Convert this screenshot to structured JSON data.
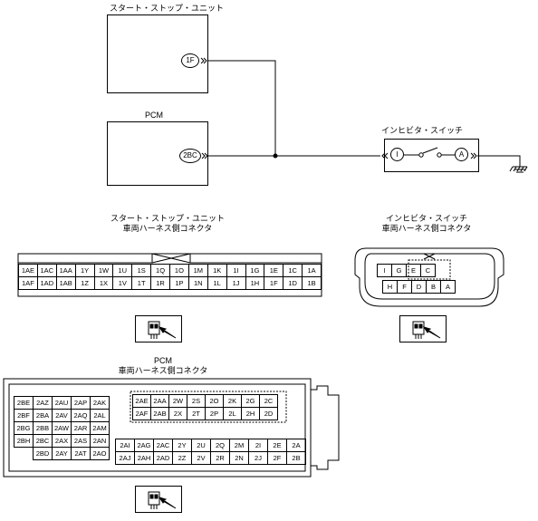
{
  "wiring": {
    "start_stop_unit": {
      "label": "スタート・ストップ・ユニット",
      "pin": "1F"
    },
    "pcm": {
      "label": "PCM",
      "pin": "2BC"
    },
    "inhibitor_switch": {
      "label": "インヒビタ・スイッチ",
      "pin_left": "I",
      "pin_right": "A"
    }
  },
  "connector_ssu": {
    "title_line1": "スタート・ストップ・ユニット",
    "title_line2": "車両ハーネス側コネクタ",
    "rows": [
      [
        "1AE",
        "1AC",
        "1AA",
        "1Y",
        "1W",
        "1U",
        "1S",
        "1Q",
        "1O",
        "1M",
        "1K",
        "1I",
        "1G",
        "1E",
        "1C",
        "1A"
      ],
      [
        "1AF",
        "1AD",
        "1AB",
        "1Z",
        "1X",
        "1V",
        "1T",
        "1R",
        "1P",
        "1N",
        "1L",
        "1J",
        "1H",
        "1F",
        "1D",
        "1B"
      ]
    ]
  },
  "connector_inhibitor": {
    "title_line1": "インヒビタ・スイッチ",
    "title_line2": "車両ハーネス側コネクタ",
    "row_top": [
      "I",
      "G",
      "E",
      "C"
    ],
    "row_bottom": [
      "H",
      "F",
      "D",
      "B",
      "A"
    ]
  },
  "connector_pcm": {
    "title_line1": "PCM",
    "title_line2": "車両ハーネス側コネクタ",
    "left_rows": [
      [
        "2BE",
        "2AZ",
        "2AU",
        "2AP",
        "2AK"
      ],
      [
        "2BF",
        "2BA",
        "2AV",
        "2AQ",
        "2AL"
      ],
      [
        "2BG",
        "2BB",
        "2AW",
        "2AR",
        "2AM"
      ],
      [
        "2BH",
        "2BC",
        "2AX",
        "2AS",
        "2AN"
      ],
      [
        "",
        "2BD",
        "2AY",
        "2AT",
        "2AO"
      ]
    ],
    "upper_right_rows": [
      [
        "2AE",
        "2AA",
        "2W",
        "2S",
        "2O",
        "2K",
        "2G",
        "2C"
      ],
      [
        "2AF",
        "2AB",
        "2X",
        "2T",
        "2P",
        "2L",
        "2H",
        "2D"
      ]
    ],
    "lower_right_rows": [
      [
        "2AI",
        "2AG",
        "2AC",
        "2Y",
        "2U",
        "2Q",
        "2M",
        "2I",
        "2E",
        "2A"
      ],
      [
        "2AJ",
        "2AH",
        "2AD",
        "2Z",
        "2V",
        "2R",
        "2N",
        "2J",
        "2F",
        "2B"
      ]
    ]
  }
}
